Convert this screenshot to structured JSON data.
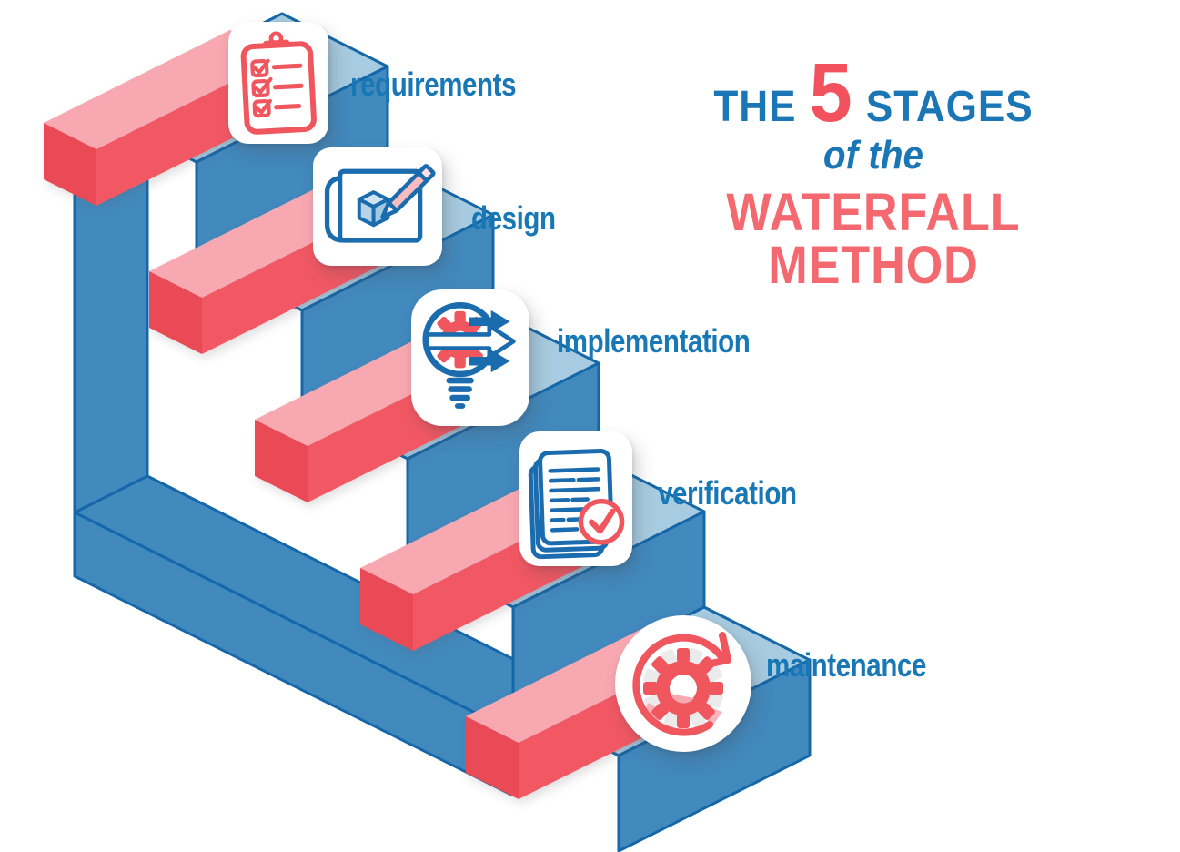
{
  "title": {
    "line1_pre": "THE",
    "line1_number": "5",
    "line1_post": "STAGES",
    "line2": "of the",
    "line3": "WATERFALL",
    "line4": "METHOD"
  },
  "stages": [
    {
      "label": "requirements",
      "icon": "clipboard-checklist-icon"
    },
    {
      "label": "design",
      "icon": "blueprint-pencil-icon"
    },
    {
      "label": "implementation",
      "icon": "lightbulb-gear-arrows-icon"
    },
    {
      "label": "verification",
      "icon": "documents-check-icon"
    },
    {
      "label": "maintenance",
      "icon": "gear-rotation-arrow-icon"
    }
  ],
  "illustration": {
    "description": "isometric staircase descending left-to-right with 5 steps",
    "steps": 5
  },
  "colors": {
    "title_blue": "#1b76b6",
    "accent_coral": "#f2525e",
    "coral_light": "#f4686f",
    "label_blue": "#1778b5",
    "tread_blue": "#a7cbe0",
    "face_blue": "#4289bd",
    "outline_blue": "#1467a9",
    "slab_pink": "#f8a8b1",
    "slab_coral": "#f25964",
    "slab_coral_dark": "#ea4a56",
    "icon_blue": "#1a6cae",
    "icon_coral": "#f0565e"
  }
}
